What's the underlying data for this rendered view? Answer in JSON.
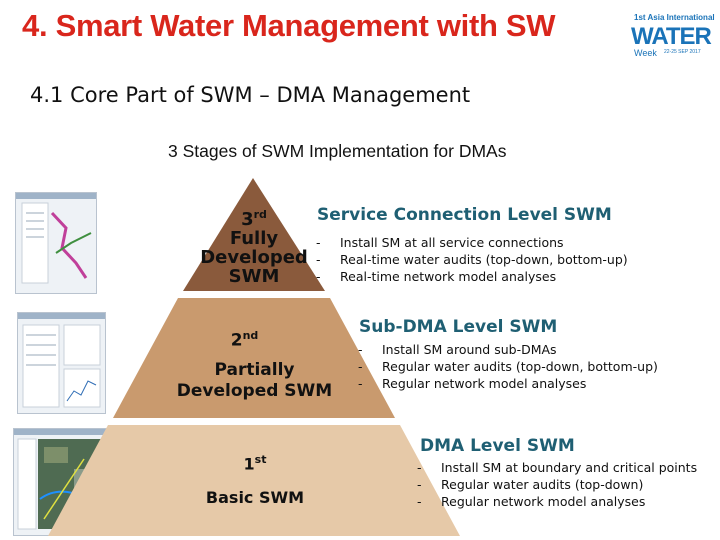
{
  "slide": {
    "title": "4. Smart Water Management with SW",
    "subtitle": "4.1 Core Part of SWM – DMA Management",
    "stages_title": "3 Stages of SWM Implementation for DMAs"
  },
  "logo": {
    "line1": "1st Asia International",
    "word": "WATER",
    "week": "Week",
    "date": "22-25 SEP 2017"
  },
  "colors": {
    "title": "#d9261c",
    "heading": "#1f5f73",
    "pyramid_top": "#8a5a3c",
    "pyramid_mid": "#c99a6e",
    "pyramid_bottom": "#e6c9a8"
  },
  "pyramid": [
    {
      "level_sup": "rd",
      "level_num": "3",
      "level_name": [
        "Fully",
        "Developed",
        "SWM"
      ],
      "heading": "Service Connection Level SWM",
      "items": [
        "Install SM at all service connections",
        "Real-time water audits (top-down, bottom-up)",
        "Real-time network model analyses"
      ]
    },
    {
      "level_sup": "nd",
      "level_num": "2",
      "level_name": [
        "Partially",
        "Developed SWM"
      ],
      "heading": "Sub-DMA Level SWM",
      "items": [
        "Install SM around sub-DMAs",
        "Regular water audits (top-down, bottom-up)",
        "Regular network model analyses"
      ]
    },
    {
      "level_sup": "st",
      "level_num": "1",
      "level_name": [
        "Basic SWM"
      ],
      "heading": "DMA Level SWM",
      "items": [
        "Install SM at boundary and critical points",
        "Regular water audits (top-down)",
        "Regular network model analyses"
      ]
    }
  ],
  "dash": "-"
}
